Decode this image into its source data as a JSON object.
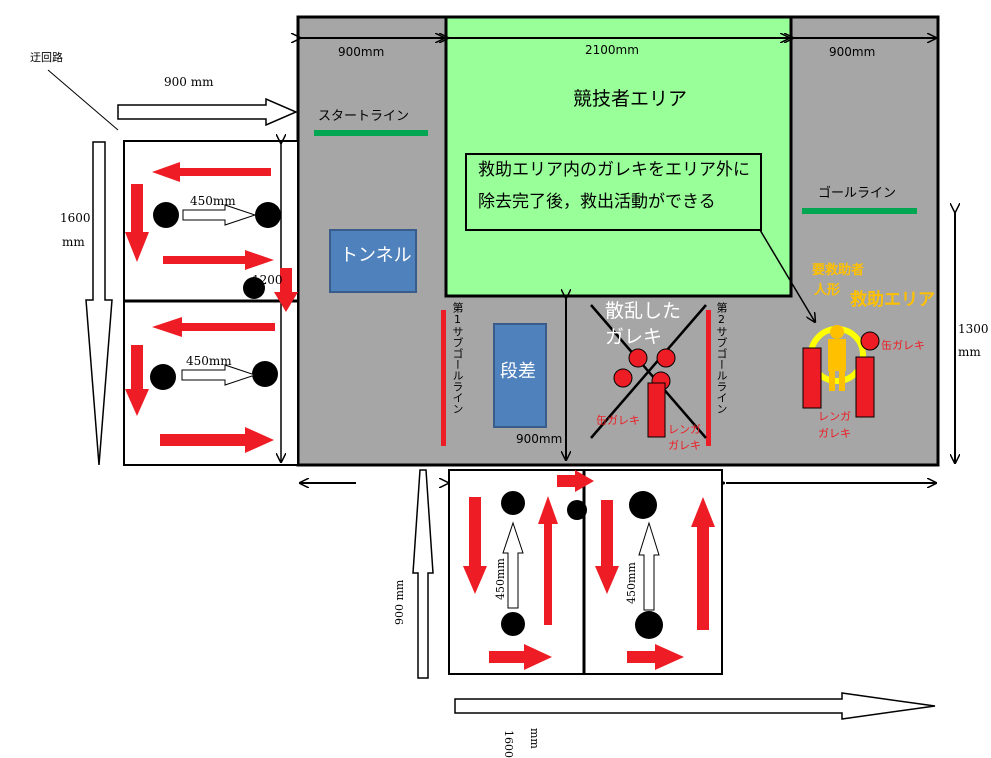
{
  "labels": {
    "detour": "迂回路",
    "dim_900_top": "900 mm",
    "dim_1600_left": "1600",
    "dim_1600_left_unit": "mm",
    "dim_450_a": "450mm",
    "dim_450_b": "450mm",
    "dim_1200_partial": "1200",
    "dim_900_leftcol": "900mm",
    "dim_2100": "2100mm",
    "dim_900_rightcol": "900mm",
    "start_line": "スタートライン",
    "competitor_area": "競技者エリア",
    "note_line1": "救助エリア内のガレキをエリア外に",
    "note_line2": "除去完了後，救出活動ができる",
    "goal_line": "ゴールライン",
    "tunnel": "トンネル",
    "step": "段差",
    "sub_goal_1": "第1サブゴールライン",
    "sub_goal_2": "第2サブゴールライン",
    "scattered_rubble_1": "散乱した",
    "scattered_rubble_2": "ガレキ",
    "can_rubble_left": "缶ガレキ",
    "brick_rubble_mid_1": "レンガ",
    "brick_rubble_mid_2": "ガレキ",
    "dim_900_bottom_mid": "900mm",
    "rescuee_1": "要救助者",
    "rescuee_2": "人形",
    "rescue_area": "救助エリア",
    "can_rubble_right": "缶ガレキ",
    "brick_rubble_right_1": "レンガ",
    "brick_rubble_right_2": "ガレキ",
    "dim_1300": "1300",
    "dim_1300_unit": "mm",
    "dim_900_vertical_bottom": "900 mm",
    "dim_450_c": "450mm",
    "dim_450_d": "450mm",
    "dim_1600_bottom": "1600",
    "dim_1600_bottom_unit": "mm"
  },
  "colors": {
    "field_gray": "#a6a6a6",
    "competitor_green": "#99ff99",
    "arrow_red": "#ee1c24",
    "obstacle_blue": "#4f81bd",
    "line_green": "#00a651",
    "rescue_orange": "#ffc000",
    "ring_yellow": "#ffff00"
  },
  "icons": [
    "double-arrow-icon",
    "red-arrow-icon",
    "ball-icon",
    "doll-icon"
  ]
}
